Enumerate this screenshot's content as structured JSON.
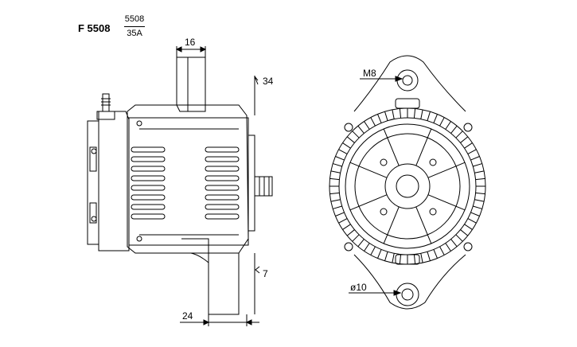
{
  "header": {
    "model": "F 5508",
    "fraction_top": "5508",
    "fraction_bottom": "35A"
  },
  "dimensions": {
    "top_width": "16",
    "top_height": "34",
    "bottom_height": "7",
    "bottom_width": "24",
    "thread": "M8",
    "hole_diameter": "ø10"
  }
}
